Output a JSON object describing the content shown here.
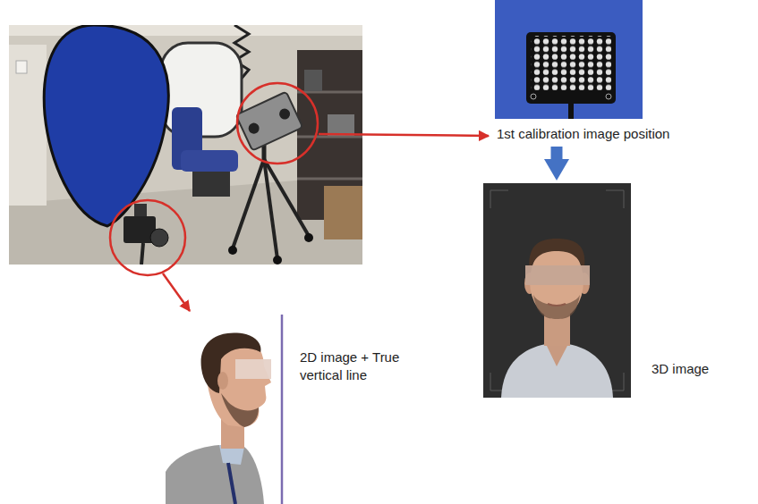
{
  "diagram": {
    "nodes": [
      {
        "text": [
          "1st calibration image position"
        ]
      },
      {
        "text": [
          "3D image"
        ]
      },
      {
        "text": [
          "2D image + True vertical line"
        ]
      }
    ],
    "edges": [
      {
        "from": 0,
        "to": 1,
        "arrow": "to"
      }
    ]
  }
}
